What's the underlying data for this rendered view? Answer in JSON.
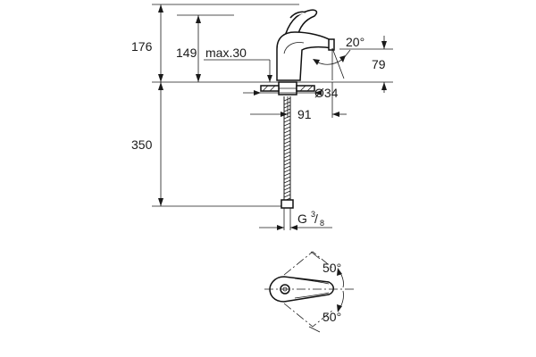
{
  "dimensions": {
    "total_height": "176",
    "spout_height": "149",
    "max_deck": "max.30",
    "spout_angle": "20°",
    "spout_reach": "79",
    "hole_diameter": "Ø34",
    "spout_offset": "91",
    "hose_length": "350",
    "connection_thread": "G",
    "connection_num": "3",
    "connection_den": "8",
    "rotation_left": "50°",
    "rotation_right": "50°"
  }
}
